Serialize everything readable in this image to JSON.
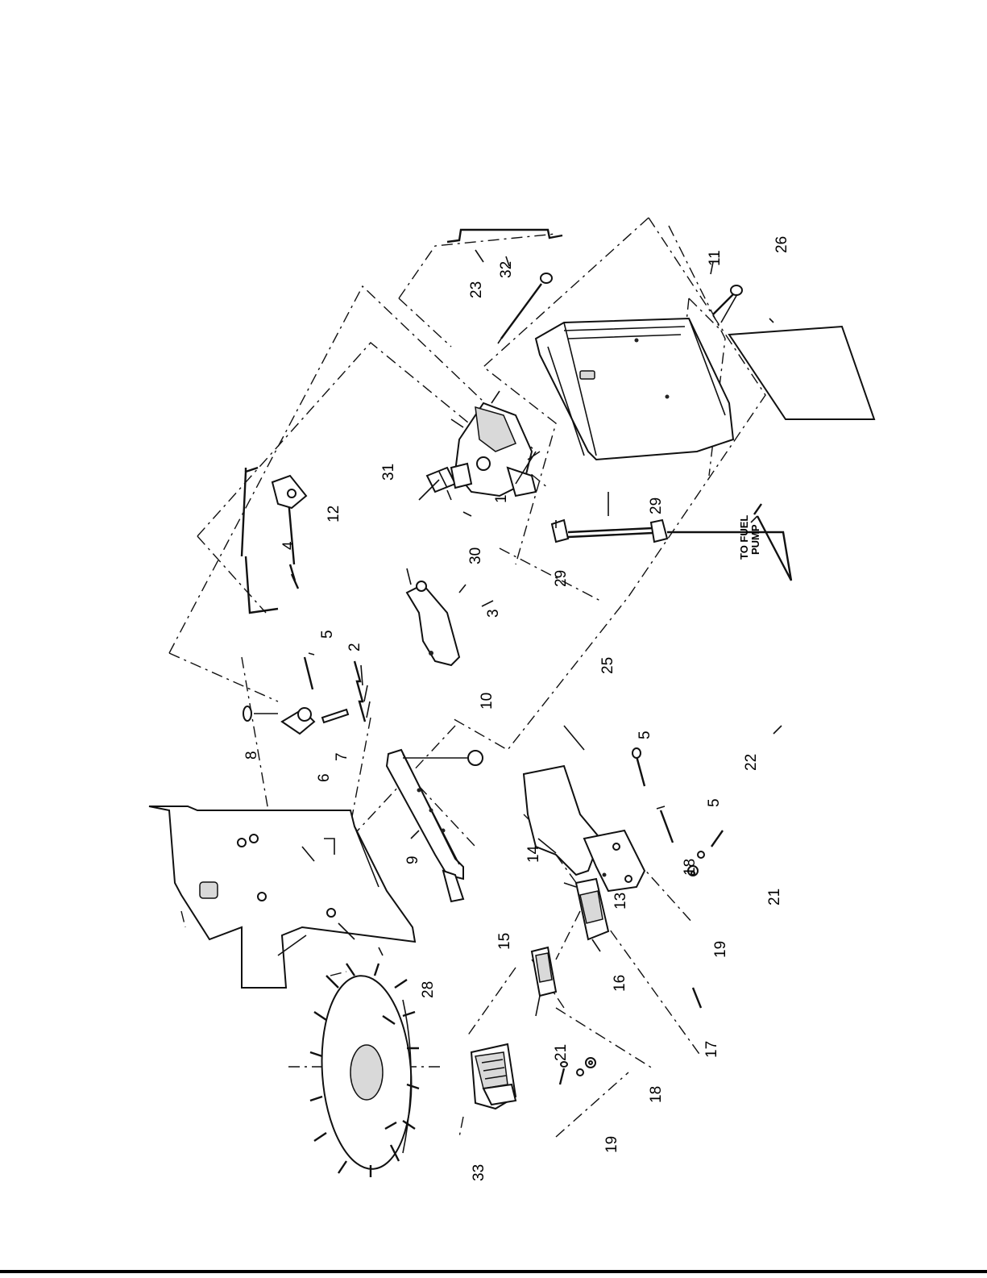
{
  "diagram": {
    "labels": [
      {
        "id": "1",
        "text": "1"
      },
      {
        "id": "2",
        "text": "2"
      },
      {
        "id": "3",
        "text": "3"
      },
      {
        "id": "4",
        "text": "4"
      },
      {
        "id": "5a",
        "text": "5"
      },
      {
        "id": "5b",
        "text": "5"
      },
      {
        "id": "5c",
        "text": "5"
      },
      {
        "id": "6",
        "text": "6"
      },
      {
        "id": "7",
        "text": "7"
      },
      {
        "id": "8",
        "text": "8"
      },
      {
        "id": "9",
        "text": "9"
      },
      {
        "id": "10",
        "text": "10"
      },
      {
        "id": "11",
        "text": "11"
      },
      {
        "id": "12",
        "text": "12"
      },
      {
        "id": "13",
        "text": "13"
      },
      {
        "id": "14",
        "text": "14"
      },
      {
        "id": "15",
        "text": "15"
      },
      {
        "id": "16",
        "text": "16"
      },
      {
        "id": "17",
        "text": "17"
      },
      {
        "id": "18a",
        "text": "18"
      },
      {
        "id": "18b",
        "text": "18"
      },
      {
        "id": "19a",
        "text": "19"
      },
      {
        "id": "19b",
        "text": "19"
      },
      {
        "id": "21a",
        "text": "21"
      },
      {
        "id": "21b",
        "text": "21"
      },
      {
        "id": "22",
        "text": "22"
      },
      {
        "id": "23",
        "text": "23"
      },
      {
        "id": "25",
        "text": "25"
      },
      {
        "id": "26",
        "text": "26"
      },
      {
        "id": "28",
        "text": "28"
      },
      {
        "id": "29a",
        "text": "29"
      },
      {
        "id": "29b",
        "text": "29"
      },
      {
        "id": "30",
        "text": "30"
      },
      {
        "id": "31",
        "text": "31"
      },
      {
        "id": "32",
        "text": "32"
      },
      {
        "id": "33",
        "text": "33"
      }
    ],
    "note_line1": "TO FUEL",
    "note_line2": "PUMP"
  }
}
